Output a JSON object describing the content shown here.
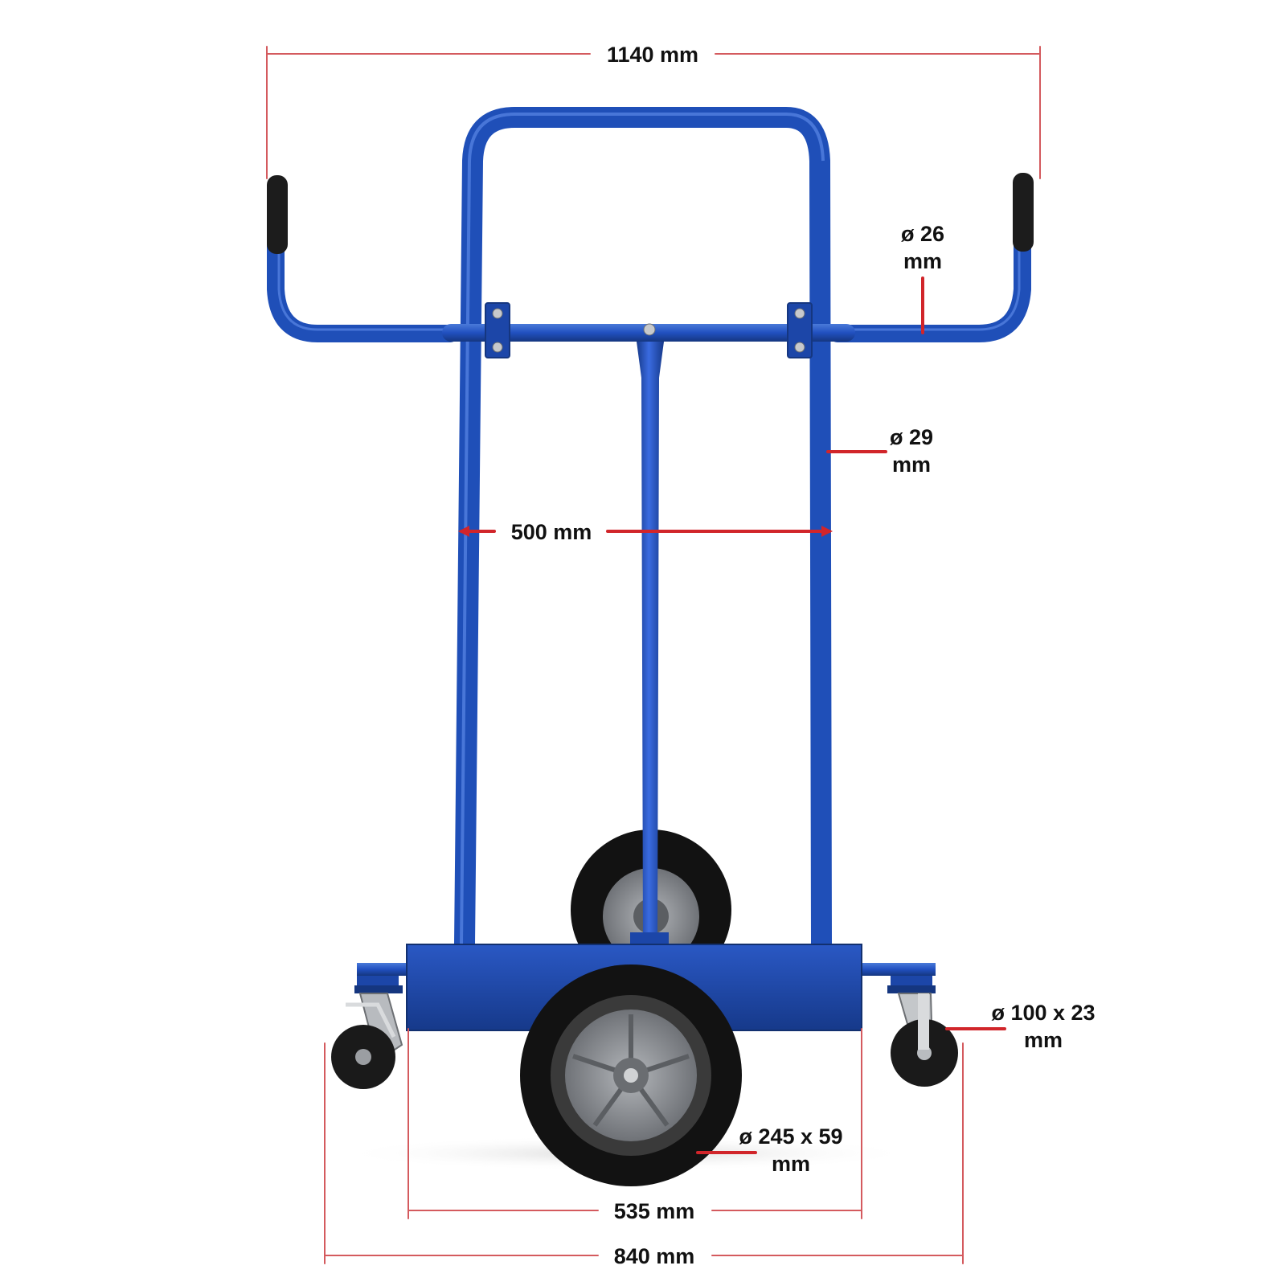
{
  "colors": {
    "frame": "#1f4fb8",
    "frame_dark": "#16398a",
    "frame_light": "#4a7ad8",
    "dimension_line": "#d1252a",
    "dimension_line_light": "#d45a5e",
    "tire": "#121212",
    "hub": "#8a8d92",
    "text": "#111111"
  },
  "dimensions": {
    "overall_width": "1140 mm",
    "handle_tube": {
      "line1": "ø 26",
      "line2": "mm"
    },
    "frame_tube": {
      "line1": "ø 29",
      "line2": "mm"
    },
    "frame_inner_width": "500 mm",
    "caster_wheel": {
      "line1": "ø 100 x 23",
      "line2": "mm"
    },
    "main_wheel": {
      "line1": "ø 245 x 59",
      "line2": "mm"
    },
    "main_wheel_track": "535 mm",
    "base_width": "840 mm"
  }
}
